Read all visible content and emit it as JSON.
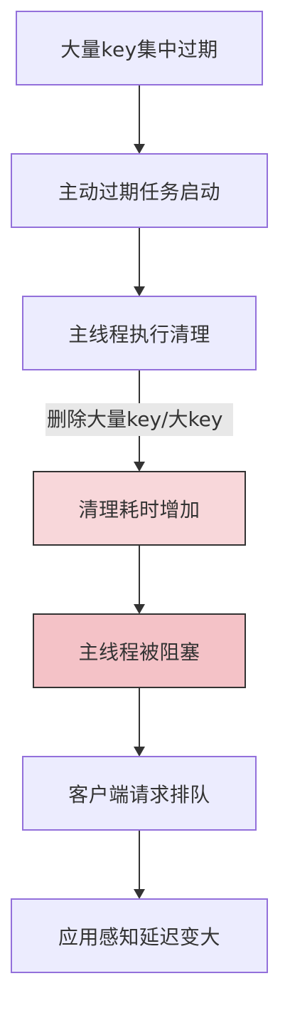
{
  "diagram": {
    "nodes": [
      {
        "id": "n1",
        "label": "大量key集中过期",
        "style": "normal"
      },
      {
        "id": "n2",
        "label": "主动过期任务启动",
        "style": "normal"
      },
      {
        "id": "n3",
        "label": "主线程执行清理",
        "style": "normal"
      },
      {
        "id": "n4",
        "label": "清理耗时增加",
        "style": "warn"
      },
      {
        "id": "n5",
        "label": "主线程被阻塞",
        "style": "danger"
      },
      {
        "id": "n6",
        "label": "客户端请求排队",
        "style": "normal"
      },
      {
        "id": "n7",
        "label": "应用感知延迟变大",
        "style": "normal"
      }
    ],
    "edges": [
      {
        "from": "n1",
        "to": "n2",
        "label": ""
      },
      {
        "from": "n2",
        "to": "n3",
        "label": ""
      },
      {
        "from": "n3",
        "to": "n4",
        "label": "删除大量key/大key"
      },
      {
        "from": "n4",
        "to": "n5",
        "label": ""
      },
      {
        "from": "n5",
        "to": "n6",
        "label": ""
      },
      {
        "from": "n6",
        "to": "n7",
        "label": ""
      }
    ],
    "colors": {
      "normal_fill": "#ececfe",
      "normal_stroke": "#9370db",
      "warn_fill": "#f8d7da",
      "danger_fill": "#f4c2c7",
      "alert_stroke": "#333333",
      "edge": "#333333",
      "edge_label_bg": "#e8e8e8"
    }
  }
}
